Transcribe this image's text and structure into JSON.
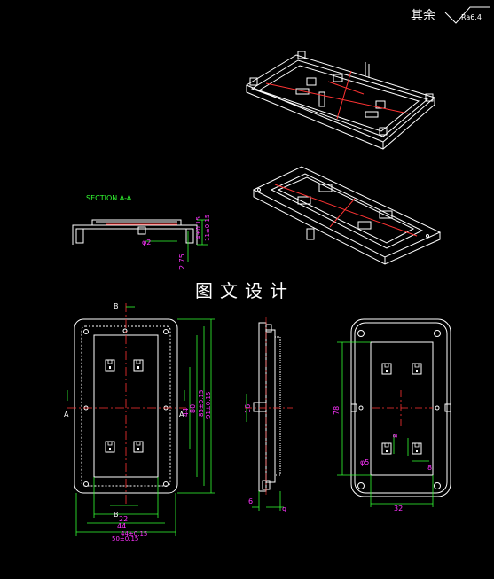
{
  "note": {
    "prefix": "其余",
    "roughness": "Ra6.4"
  },
  "watermark": "图文设计",
  "section": {
    "title": "SECTION A-A",
    "dims": {
      "diameter": "φ2",
      "depth": "2.75",
      "tol_vertical": "4±0.15",
      "tol_vertical2": "11±0.15"
    }
  },
  "front_view": {
    "section_mark_top": "B",
    "section_mark_left": "A",
    "section_mark_right": "A",
    "dims": {
      "w_inner": "22",
      "w_mid": "44",
      "w_outer": "44±0.15",
      "w_total": "50±0.15",
      "b_label": "B",
      "h_inner": "44",
      "h_mid": "80",
      "h_outer": "85±0.15",
      "h_total": "91±0.15"
    }
  },
  "side_view": {
    "dims": {
      "left_bottom": "6",
      "right_bottom": "9",
      "left_mid": "16"
    }
  },
  "back_view": {
    "dims": {
      "height": "78",
      "width": "32",
      "small_dia": "φ5",
      "gap": "8",
      "slot": "8"
    }
  },
  "colors": {
    "line": "#ffffff",
    "dim": "#33ff33",
    "center": "#ff3333",
    "text": "#ff33ff"
  }
}
